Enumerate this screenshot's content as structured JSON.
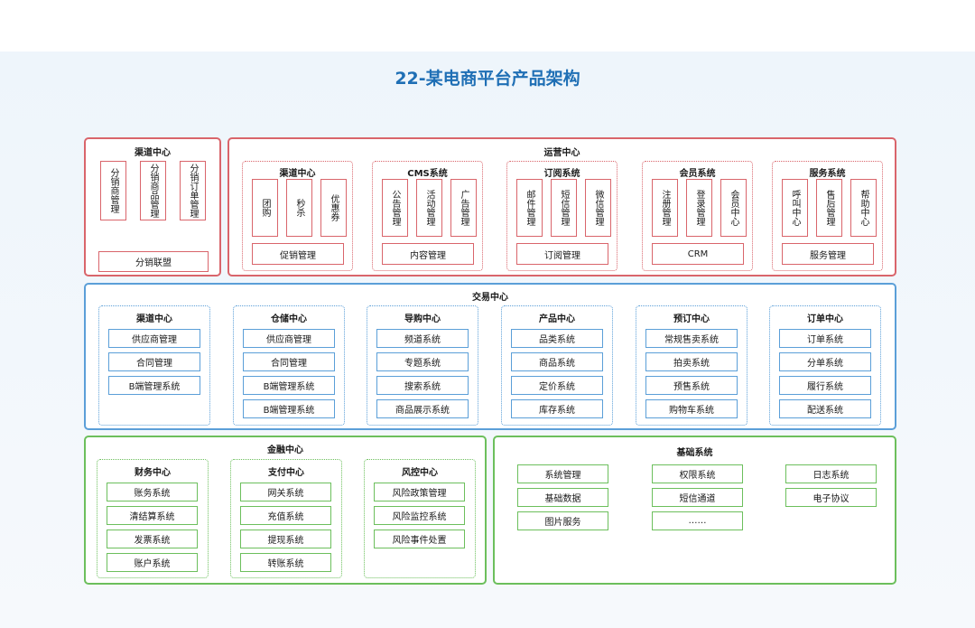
{
  "title": "22-某电商平台产品架构",
  "channel_center": {
    "title": "渠道中心",
    "items": [
      "分销商管理",
      "分销商品管理",
      "分销订单管理"
    ],
    "footer": "分销联盟"
  },
  "operation_center": {
    "title": "运营中心",
    "groups": [
      {
        "title": "渠道中心",
        "items": [
          "团购",
          "秒杀",
          "优惠券"
        ],
        "footer": "促销管理"
      },
      {
        "title": "CMS系统",
        "items": [
          "公告管理",
          "活动管理",
          "广告管理"
        ],
        "footer": "内容管理"
      },
      {
        "title": "订阅系统",
        "items": [
          "邮件管理",
          "短信管理",
          "微信管理"
        ],
        "footer": "订阅管理"
      },
      {
        "title": "会员系统",
        "items": [
          "注册管理",
          "登录管理",
          "会员中心"
        ],
        "footer": "CRM"
      },
      {
        "title": "服务系统",
        "items": [
          "呼叫中心",
          "售后管理",
          "帮助中心"
        ],
        "footer": "服务管理"
      }
    ]
  },
  "trade_center": {
    "title": "交易中心",
    "groups": [
      {
        "title": "渠道中心",
        "items": [
          "供应商管理",
          "合同管理",
          "B端管理系统"
        ]
      },
      {
        "title": "仓储中心",
        "items": [
          "供应商管理",
          "合同管理",
          "B端管理系统",
          "B端管理系统"
        ]
      },
      {
        "title": "导购中心",
        "items": [
          "频道系统",
          "专题系统",
          "搜索系统",
          "商品展示系统"
        ]
      },
      {
        "title": "产品中心",
        "items": [
          "品类系统",
          "商品系统",
          "定价系统",
          "库存系统"
        ]
      },
      {
        "title": "预订中心",
        "items": [
          "常规售卖系统",
          "拍卖系统",
          "预售系统",
          "购物车系统"
        ]
      },
      {
        "title": "订单中心",
        "items": [
          "订单系统",
          "分单系统",
          "履行系统",
          "配送系统"
        ]
      }
    ]
  },
  "finance_center": {
    "title": "金融中心",
    "groups": [
      {
        "title": "财务中心",
        "items": [
          "账务系统",
          "清结算系统",
          "发票系统",
          "账户系统"
        ]
      },
      {
        "title": "支付中心",
        "items": [
          "网关系统",
          "充值系统",
          "提现系统",
          "转账系统"
        ]
      },
      {
        "title": "风控中心",
        "items": [
          "风险政策管理",
          "风险监控系统",
          "风险事件处置"
        ]
      }
    ]
  },
  "base_system": {
    "title": "基础系统",
    "columns": [
      [
        "系统管理",
        "基础数据",
        "图片服务"
      ],
      [
        "权限系统",
        "短信通道",
        "……"
      ],
      [
        "日志系统",
        "电子协议"
      ]
    ]
  }
}
